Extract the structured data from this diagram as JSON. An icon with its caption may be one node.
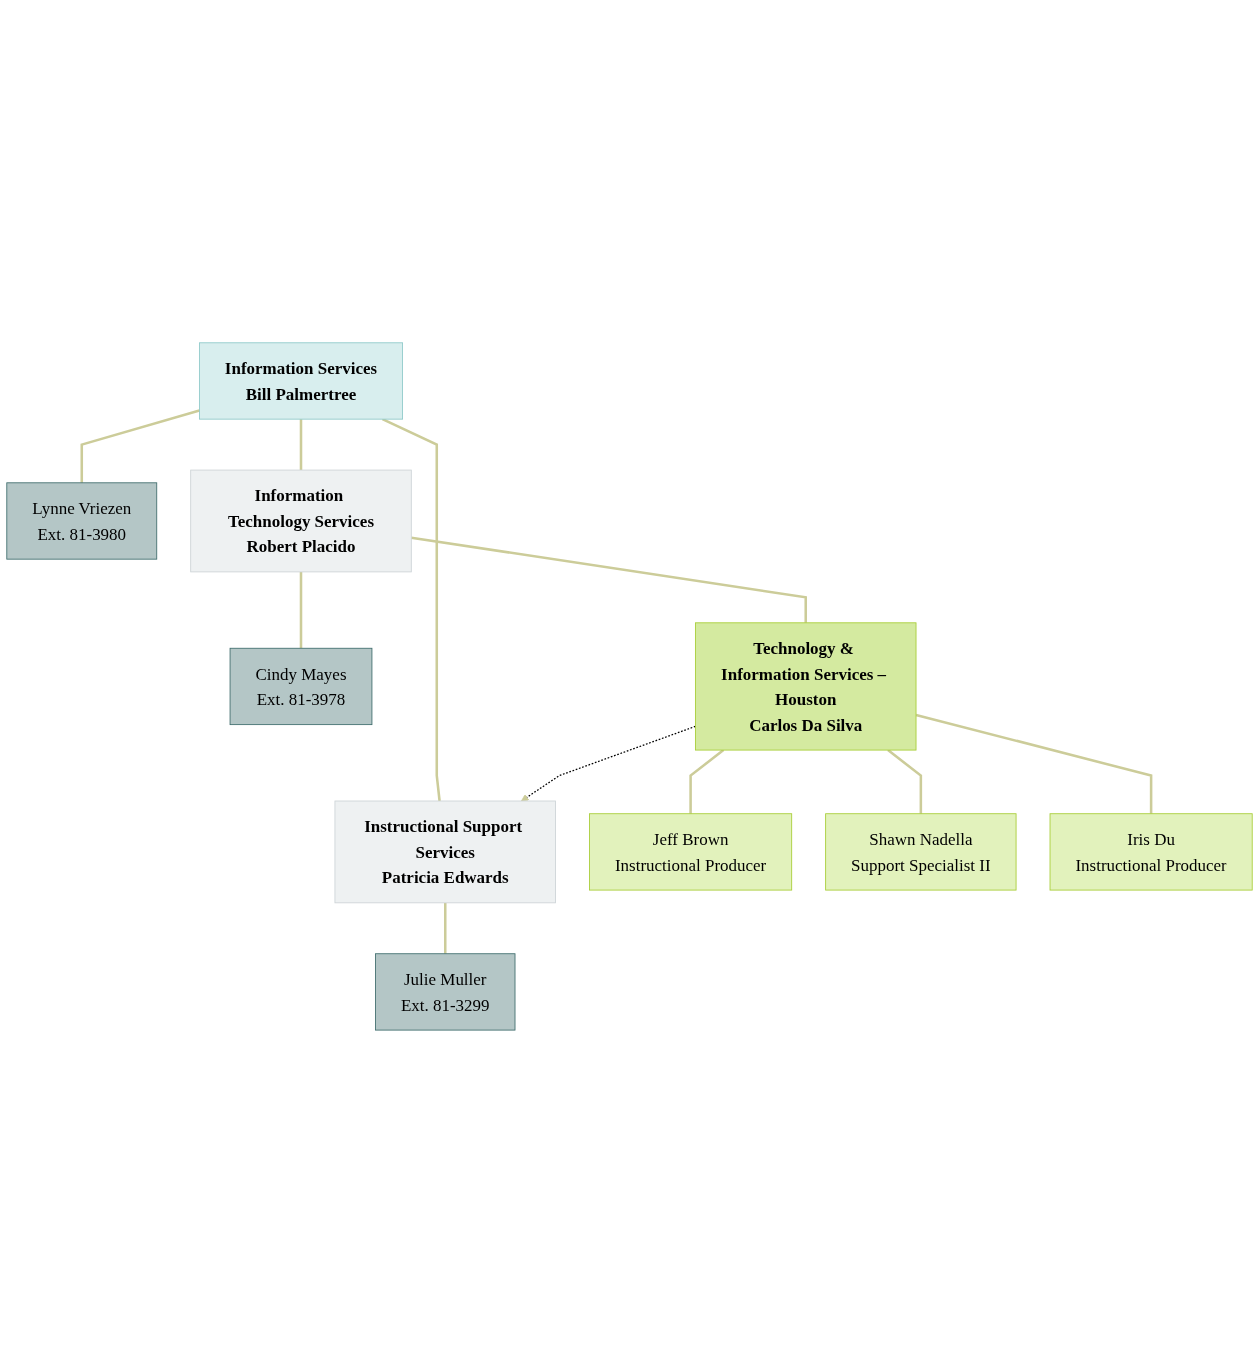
{
  "diagram": {
    "nodes": [
      {
        "text": [
          "Information Services",
          "Bill Palmertree"
        ]
      },
      {
        "text": [
          "Lynne Vriezen",
          "Ext. 81-3980"
        ]
      },
      {
        "text": [
          "Information Technology Services",
          "Robert Placido"
        ]
      },
      {
        "text": [
          "Instructional Support Services",
          "Patricia Edwards"
        ]
      },
      {
        "text": [
          "Cindy Mayes",
          "Ext. 81-3978"
        ]
      },
      {
        "text": [
          "Julie Muller",
          "Ext. 81-3299"
        ]
      },
      {
        "text": [
          "Technology & Information Services – Houston",
          "Carlos Da Silva"
        ]
      },
      {
        "text": [
          "Jeff Brown",
          "Instructional Producer"
        ]
      },
      {
        "text": [
          "Shawn Nadella",
          "Support Specialist II"
        ]
      },
      {
        "text": [
          "Iris Du",
          "Instructional Producer"
        ]
      }
    ],
    "edges": [
      {
        "from": 0,
        "to": 1,
        "arrow": "none"
      },
      {
        "from": 0,
        "to": 2,
        "arrow": "none"
      },
      {
        "from": 0,
        "to": 3,
        "arrow": "none"
      },
      {
        "from": 2,
        "to": 4,
        "arrow": "none"
      },
      {
        "from": 2,
        "to": 6,
        "arrow": "none"
      },
      {
        "from": 3,
        "to": 5,
        "arrow": "none"
      },
      {
        "from": 6,
        "to": 3,
        "arrow": "to",
        "style": "dashed",
        "color": "#000000"
      },
      {
        "from": 6,
        "to": 7,
        "arrow": "none"
      },
      {
        "from": 6,
        "to": 8,
        "arrow": "none"
      },
      {
        "from": 6,
        "to": 9,
        "arrow": "none"
      }
    ]
  }
}
